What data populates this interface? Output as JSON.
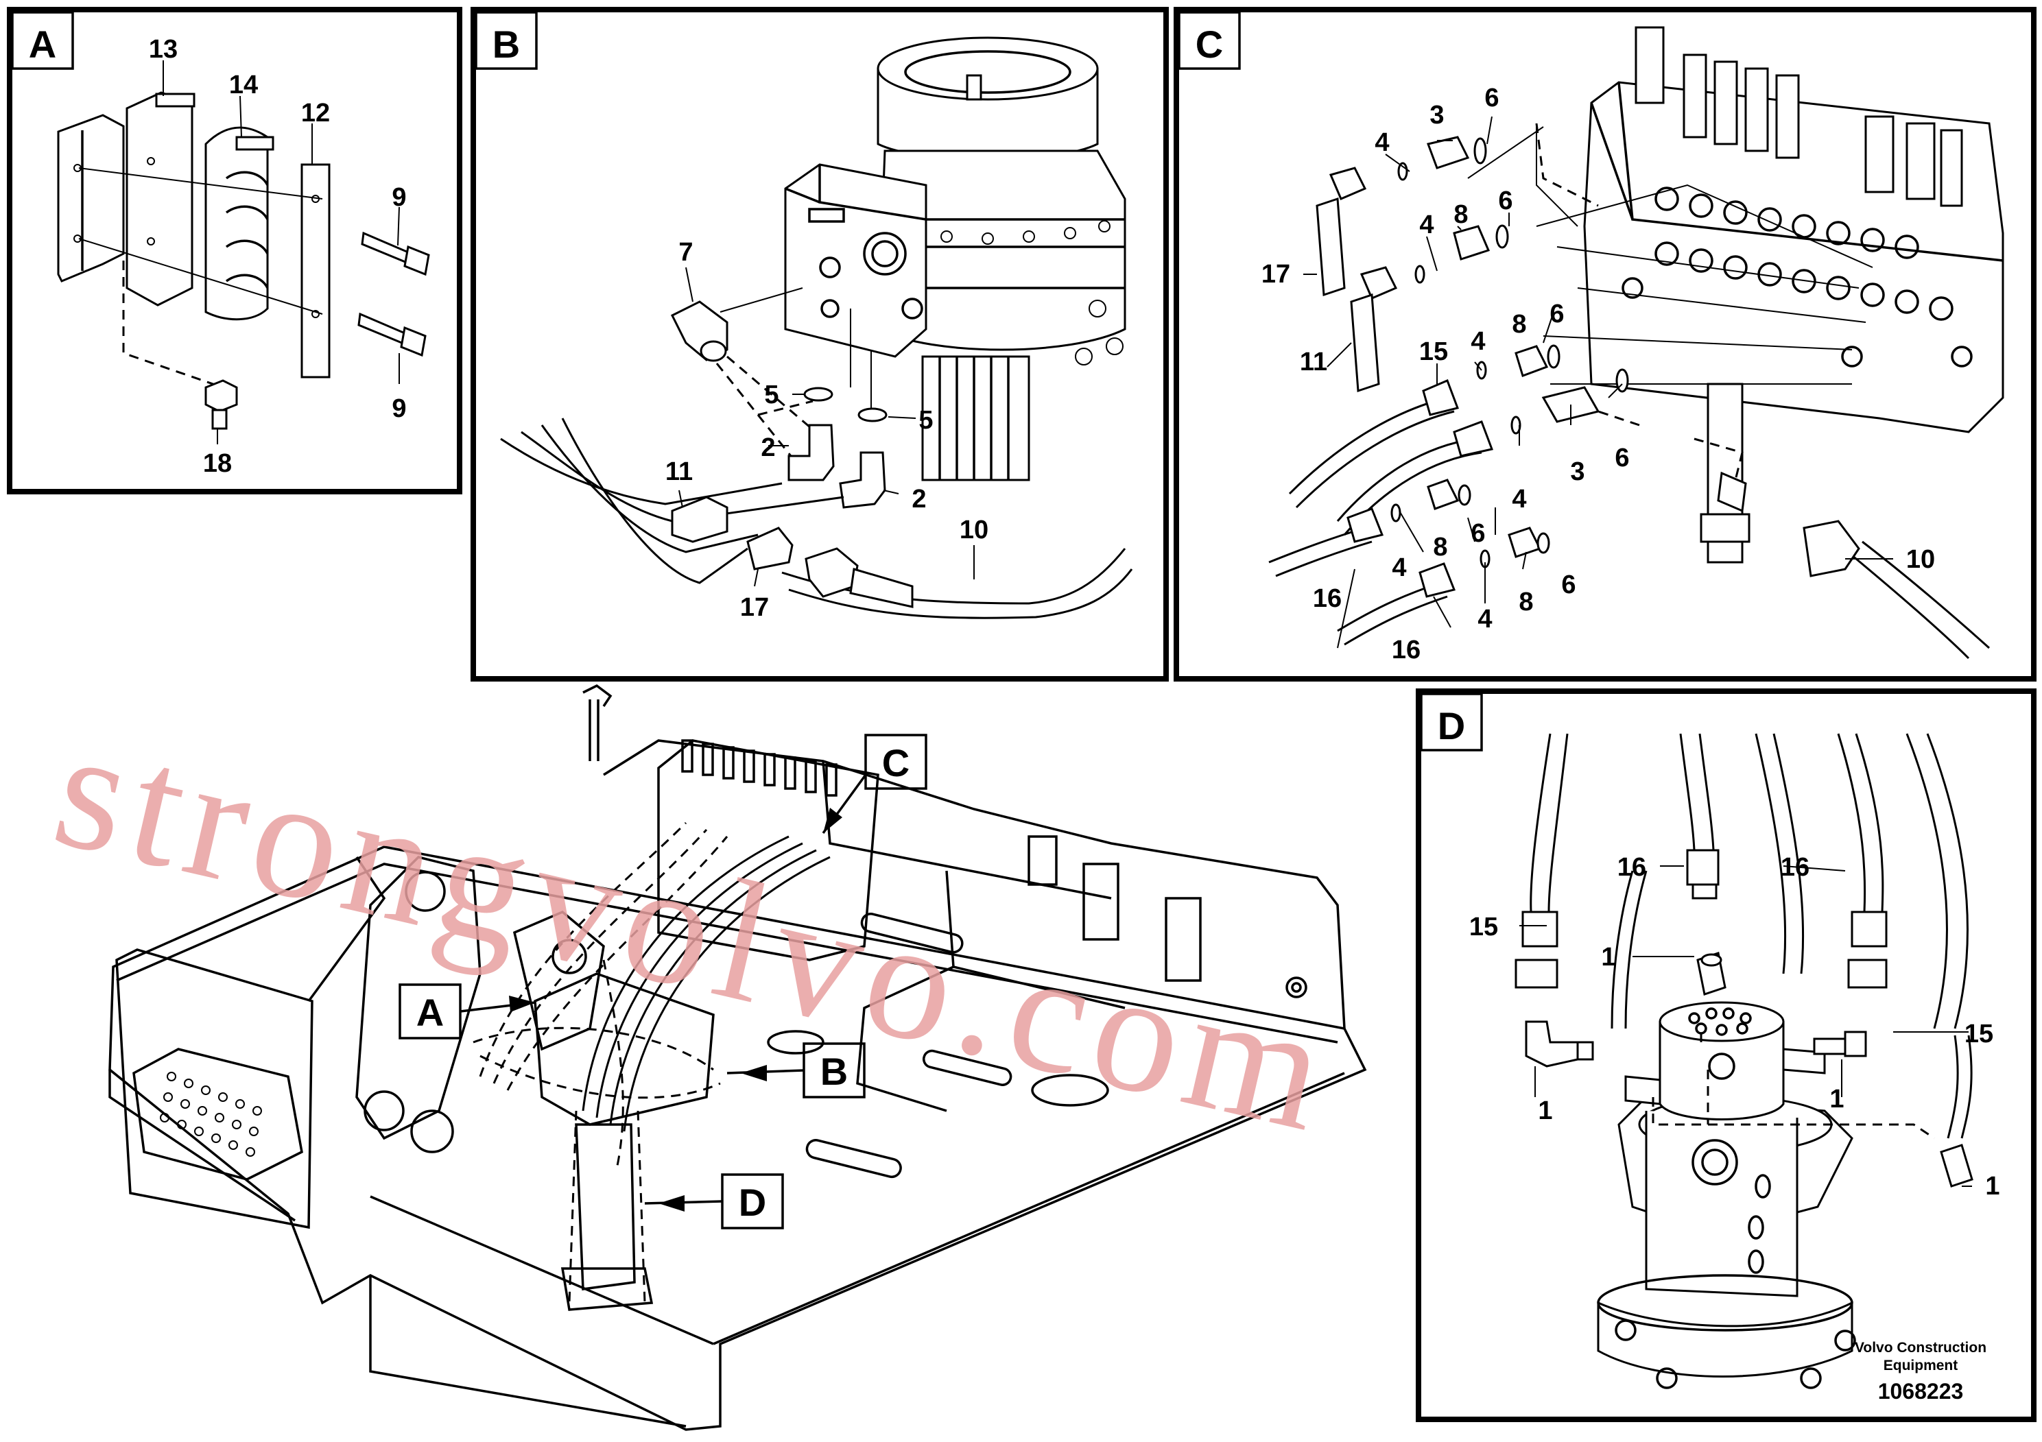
{
  "panels": {
    "A": {
      "tag": "A",
      "labels": {
        "13": "13",
        "14": "14",
        "12": "12",
        "9a": "9",
        "9b": "9",
        "18": "18"
      }
    },
    "B": {
      "tag": "B",
      "labels": {
        "7": "7",
        "5a": "5",
        "5b": "5",
        "2a": "2",
        "2b": "2",
        "11": "11",
        "17": "17",
        "10": "10"
      }
    },
    "C": {
      "tag": "C",
      "labels": {
        "4a": "4",
        "3a": "3",
        "6a": "6",
        "8a": "8",
        "6b": "6",
        "4b": "4",
        "17": "17",
        "11": "11",
        "15": "15",
        "4c": "4",
        "8b": "8",
        "6c": "6",
        "4d": "4",
        "3b": "3",
        "6d": "6",
        "8c": "8",
        "6e": "6",
        "4e": "4",
        "16a": "16",
        "4f": "4",
        "8d": "8",
        "6f": "6",
        "16b": "16",
        "10": "10"
      }
    },
    "D": {
      "tag": "D",
      "labels": {
        "16a": "16",
        "16b": "16",
        "15a": "15",
        "15b": "15",
        "1a": "1",
        "1b": "1",
        "1c": "1",
        "1d": "1"
      }
    }
  },
  "overview": {
    "callouts": [
      "A",
      "B",
      "C",
      "D"
    ]
  },
  "watermark": "strongvolvo.com",
  "footer": {
    "company": "Volvo Construction",
    "company2": "Equipment",
    "drawing_number": "1068223"
  },
  "colors": {
    "watermark": "#e8a0a0",
    "line": "#000000"
  }
}
